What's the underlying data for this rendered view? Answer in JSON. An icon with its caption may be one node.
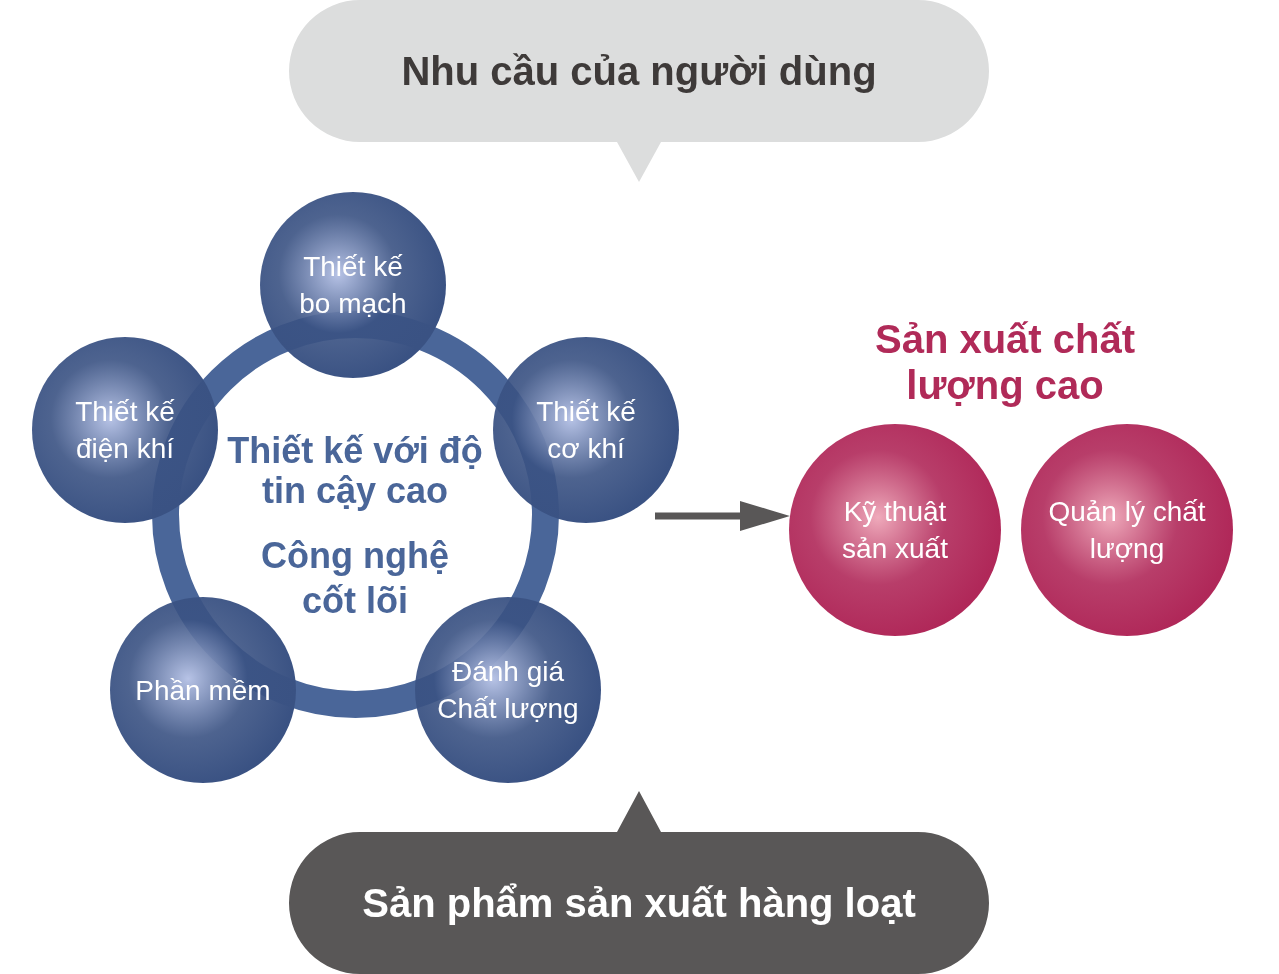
{
  "diagram": {
    "nodes": [
      {
        "text": [
          "Nhu cầu của người dùng"
        ]
      },
      {
        "text": [
          "Thiết kế với độ tin cậy cao",
          "Công nghệ cốt lõi"
        ]
      },
      {
        "text": [
          "Thiết kế bo mạch"
        ]
      },
      {
        "text": [
          "Thiết kế điện khí"
        ]
      },
      {
        "text": [
          "Thiết kế cơ khí"
        ]
      },
      {
        "text": [
          "Phần mềm"
        ]
      },
      {
        "text": [
          "Đánh giá Chất lượng"
        ]
      },
      {
        "text": [
          "Kỹ thuật sản xuất"
        ]
      },
      {
        "text": [
          "Quản lý chất lượng"
        ]
      },
      {
        "text": [
          "Sản phẩm sản xuất hàng loạt"
        ]
      }
    ],
    "edges": [
      {
        "from": null,
        "to": 7,
        "arrow": "to"
      }
    ],
    "labels": [
      "Sản xuất chất lượng cao"
    ]
  }
}
